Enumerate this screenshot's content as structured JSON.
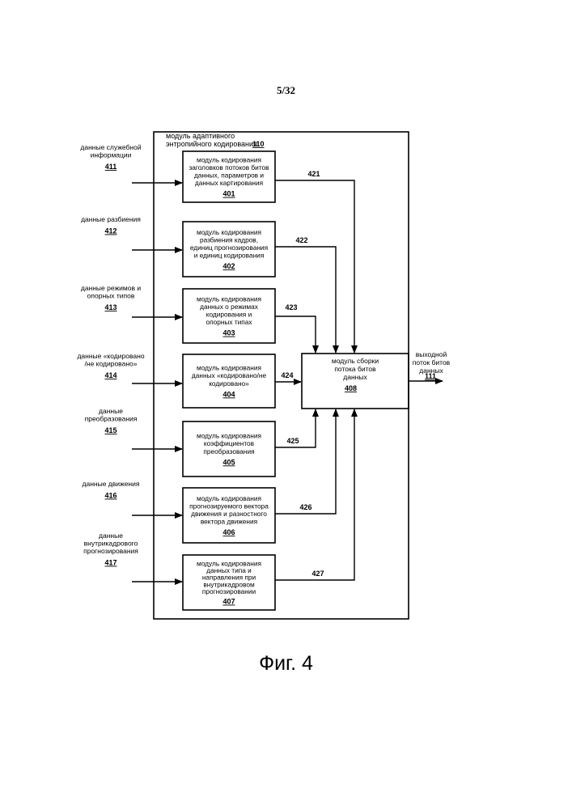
{
  "page_number": "5/32",
  "figure_caption": "Фиг. 4",
  "main_module": {
    "title_line1": "модуль адаптивного",
    "title_line2": "энтропийного кодирования",
    "ref": "110"
  },
  "inputs": [
    {
      "lines": [
        "данные служебной",
        "информации"
      ],
      "ref": "411"
    },
    {
      "lines": [
        "данные разбиения"
      ],
      "ref": "412"
    },
    {
      "lines": [
        "данные режимов и",
        "опорных типов"
      ],
      "ref": "413"
    },
    {
      "lines": [
        "данные «кодировано",
        "/не кодировано»"
      ],
      "ref": "414"
    },
    {
      "lines": [
        "данные",
        "преобразования"
      ],
      "ref": "415"
    },
    {
      "lines": [
        "данные движения"
      ],
      "ref": "416"
    },
    {
      "lines": [
        "данные",
        "внутрикадрового",
        "прогнозирования"
      ],
      "ref": "417"
    }
  ],
  "modules": [
    {
      "lines": [
        "модуль кодирования",
        "заголовков потоков битов",
        "данных, параметров и",
        "данных картирования"
      ],
      "ref": "401"
    },
    {
      "lines": [
        "модуль кодирования",
        "разбиения кадров,",
        "единиц прогнозирования",
        "и единиц кодирования"
      ],
      "ref": "402"
    },
    {
      "lines": [
        "модуль кодирования",
        "данных о режимах",
        "кодирования и",
        "опорных типах"
      ],
      "ref": "403"
    },
    {
      "lines": [
        "модуль кодирования",
        "данных «кодировано/не",
        "кодировано»"
      ],
      "ref": "404"
    },
    {
      "lines": [
        "модуль кодирования",
        "коэффициентов",
        "преобразования"
      ],
      "ref": "405"
    },
    {
      "lines": [
        "модуль кодирования",
        "прогнозируемого вектора",
        "движения и разностного",
        "вектора движения"
      ],
      "ref": "406"
    },
    {
      "lines": [
        "модуль кодирования",
        "данных типа и",
        "направления при",
        "внутрикадровом",
        "прогнозировании"
      ],
      "ref": "407"
    }
  ],
  "assembler": {
    "lines": [
      "модуль сборки",
      "потока битов",
      "данных"
    ],
    "ref": "408"
  },
  "connections": [
    "421",
    "422",
    "423",
    "424",
    "425",
    "426",
    "427"
  ],
  "output": {
    "lines": [
      "выходной",
      "поток битов",
      "данных"
    ],
    "ref": "111"
  }
}
